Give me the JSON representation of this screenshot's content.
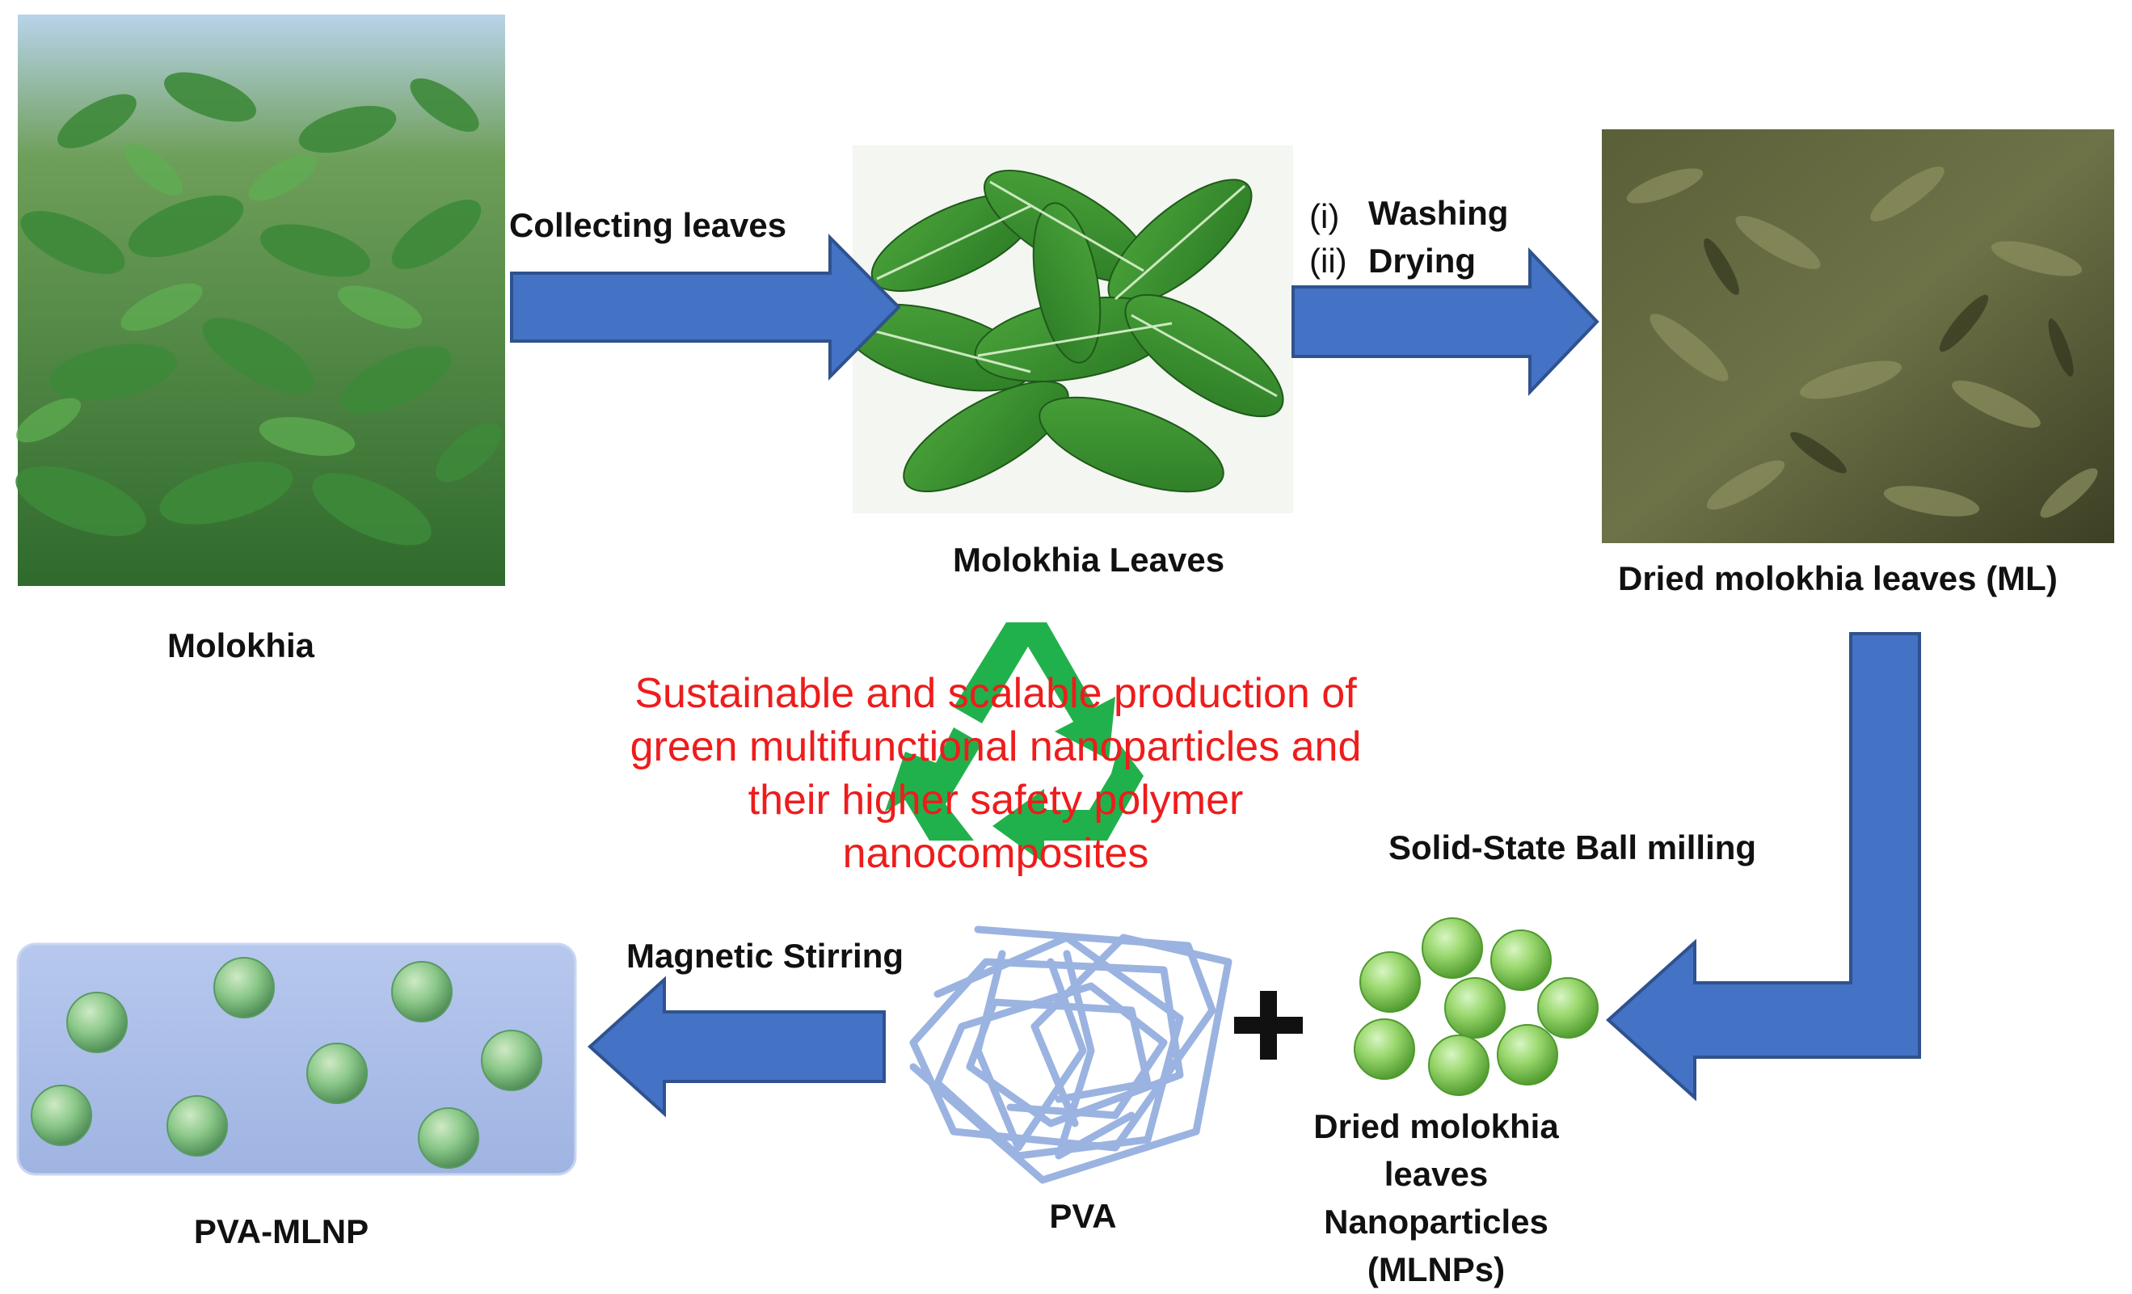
{
  "labels": {
    "molokhia": "Molokhia",
    "collecting": "Collecting leaves",
    "molokhia_leaves": "Molokhia Leaves",
    "wash_num": "(i)",
    "wash": "Washing",
    "dry_num": "(ii)",
    "dry": "Drying",
    "dried_leaves": "Dried molokhia leaves (ML)",
    "ball_milling": "Solid-State Ball milling",
    "magnetic": "Magnetic Stirring",
    "pva": "PVA",
    "plus": "+",
    "mlnp_1": "Dried molokhia",
    "mlnp_2": "leaves",
    "mlnp_3": "Nanoparticles",
    "mlnp_4": "(MLNPs)",
    "pva_mlnp": "PVA-MLNP"
  },
  "center_text": [
    "Sustainable and scalable production of",
    "green multifunctional  nanoparticles and",
    "their higher safety polymer",
    "nanocomposites"
  ],
  "colors": {
    "arrow": "#4472c4",
    "arrow_dark": "#2f528f",
    "center_text": "#ee1c1c",
    "recycle": "#21b14c",
    "pva_strands": "#9bb3e0",
    "matrix": "#a8bde6",
    "particle": "#8cd36e",
    "particle_bright": "#7dd23a"
  },
  "icons": {
    "recycle": "recycle-icon",
    "plus": "plus-icon"
  }
}
